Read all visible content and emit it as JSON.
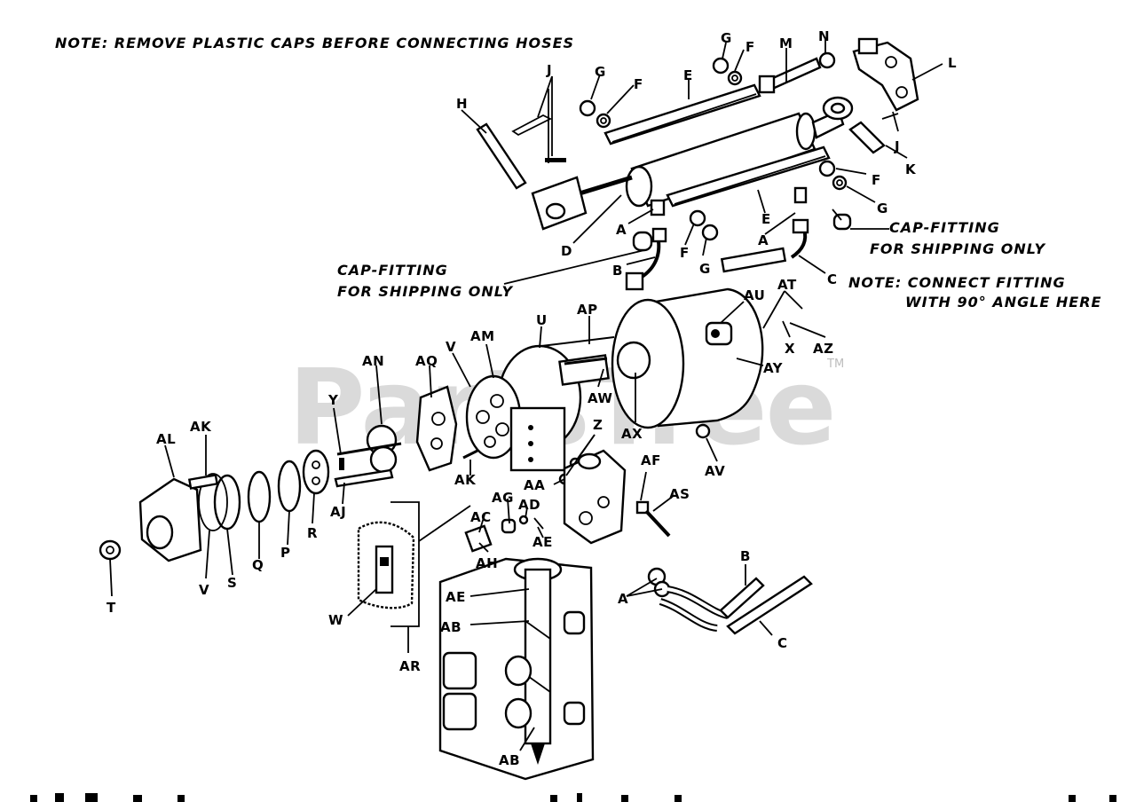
{
  "notes": {
    "top": "NOTE:  REMOVE PLASTIC CAPS BEFORE CONNECTING HOSES",
    "cap_left_1": "CAP-FITTING",
    "cap_left_2": "FOR SHIPPING ONLY",
    "cap_right_1": "CAP-FITTING",
    "cap_right_2": "FOR SHIPPING ONLY",
    "connect_1": "NOTE: CONNECT FITTING",
    "connect_2": "WITH 90° ANGLE HERE"
  },
  "watermark": {
    "text": "PartsTree",
    "tm": "TM"
  },
  "labels": {
    "G1": "G",
    "F1": "F",
    "M": "M",
    "N": "N",
    "L": "L",
    "J1": "J",
    "G2": "G",
    "F2": "F",
    "E1": "E",
    "H": "H",
    "J2": "J",
    "K": "K",
    "F3": "F",
    "G3": "G",
    "E2": "E",
    "A1": "A",
    "D": "D",
    "F4": "F",
    "G4": "G",
    "A2": "A",
    "B1": "B",
    "C1": "C",
    "AU": "AU",
    "AT": "AT",
    "AP": "AP",
    "U": "U",
    "AM": "AM",
    "V1": "V",
    "AQ": "AQ",
    "AN": "AN",
    "X": "X",
    "AZ": "AZ",
    "AY": "AY",
    "AW": "AW",
    "Y": "Y",
    "AX": "AX",
    "AK1": "AK",
    "AL": "AL",
    "Z": "Z",
    "AV": "AV",
    "AK2": "AK",
    "AA": "AA",
    "AF": "AF",
    "AJ": "AJ",
    "AG": "AG",
    "AD": "AD",
    "AS": "AS",
    "AC": "AC",
    "AE1": "AE",
    "R": "R",
    "P": "P",
    "Q": "Q",
    "S": "S",
    "V2": "V",
    "AH": "AH",
    "T": "T",
    "B2": "B",
    "A3": "A",
    "AE2": "AE",
    "C2": "C",
    "W": "W",
    "AB1": "AB",
    "AR": "AR",
    "AB2": "AB"
  }
}
